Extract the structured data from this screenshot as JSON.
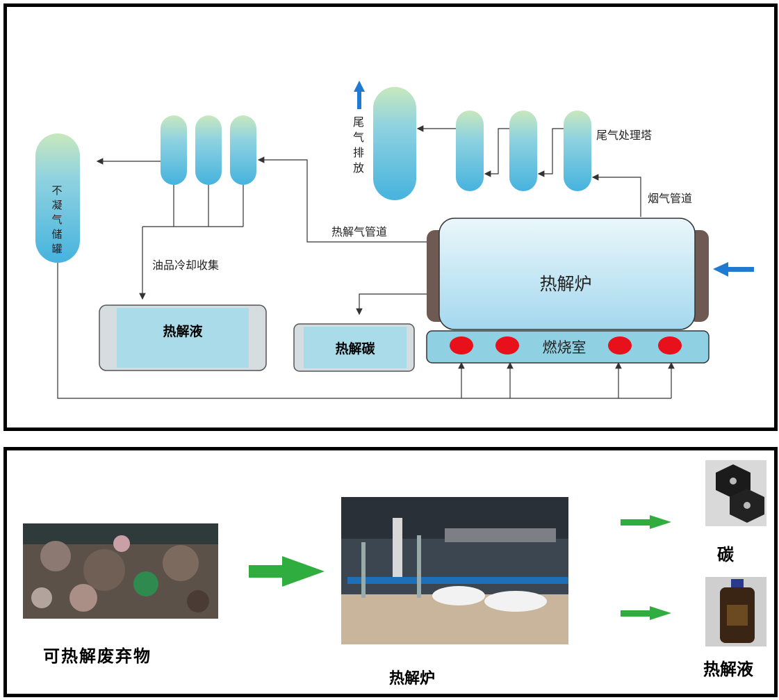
{
  "top": {
    "noncondensable_tank": "不凝气储罐",
    "oil_cooling": "油品冷却收集",
    "pyrolysis_liquid": "热解液",
    "pyrolysis_carbon": "热解碳",
    "pyrolysis_gas_pipe": "热解气管道",
    "flue_gas_pipe": "烟气管道",
    "tail_gas_tower": "尾气处理塔",
    "tail_gas_discharge": "尾气排放",
    "furnace": "热解炉",
    "combustion_chamber": "燃烧室"
  },
  "bottom": {
    "waste_label": "可热解废弃物",
    "furnace_label": "热解炉",
    "carbon_label": "碳",
    "liquid_label": "热解液"
  },
  "colors": {
    "cylinder_top": "#bfe3b8",
    "cylinder_body": "#5bbde0",
    "tank_fill": "#a9dbe8",
    "burner": "#e8101a",
    "blue_arrow": "#1f7bd1",
    "green_arrow": "#2fae3f"
  }
}
